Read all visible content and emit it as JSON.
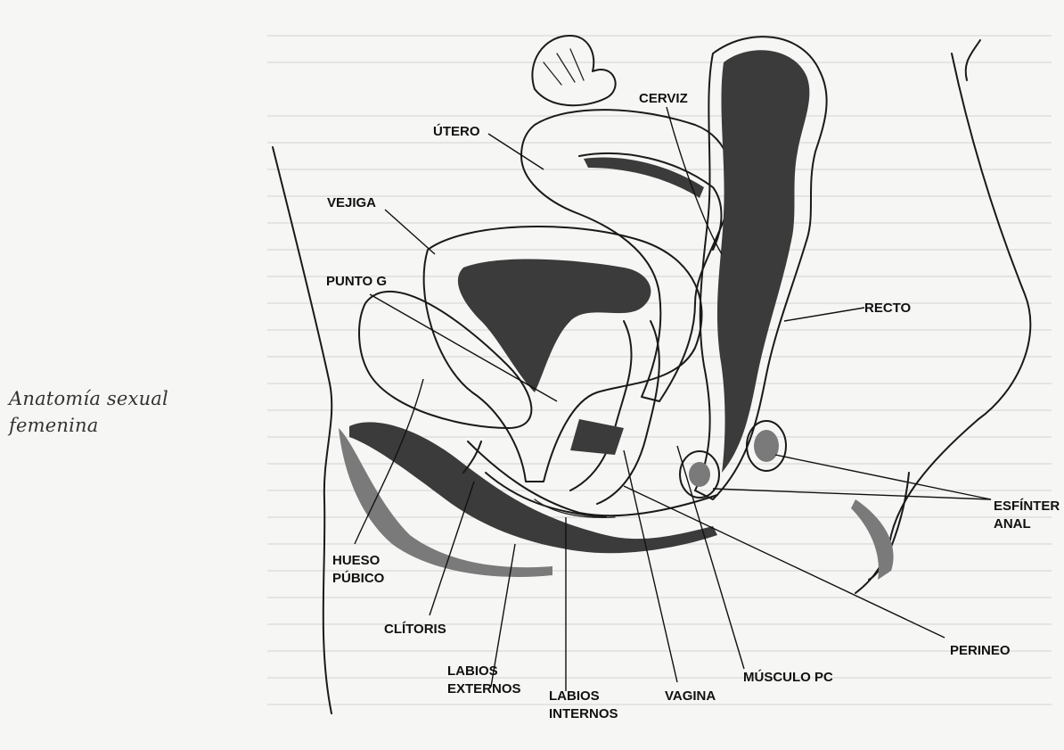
{
  "caption": {
    "line1": "Anatomía sexual",
    "line2": "femenina"
  },
  "labels": {
    "cerviz": "CERVIZ",
    "utero": "ÚTERO",
    "vejiga": "VEJIGA",
    "punto_g": "PUNTO G",
    "recto": "RECTO",
    "esfinter_1": "ESFÍNTER",
    "esfinter_2": "ANAL",
    "hueso_1": "HUESO",
    "hueso_2": "PÚBICO",
    "clitoris": "CLÍTORIS",
    "labios_ext_1": "LABIOS",
    "labios_ext_2": "EXTERNOS",
    "labios_int_1": "LABIOS",
    "labios_int_2": "INTERNOS",
    "vagina": "VAGINA",
    "musculo_pc": "MÚSCULO PC",
    "perineo": "PERINEO"
  }
}
